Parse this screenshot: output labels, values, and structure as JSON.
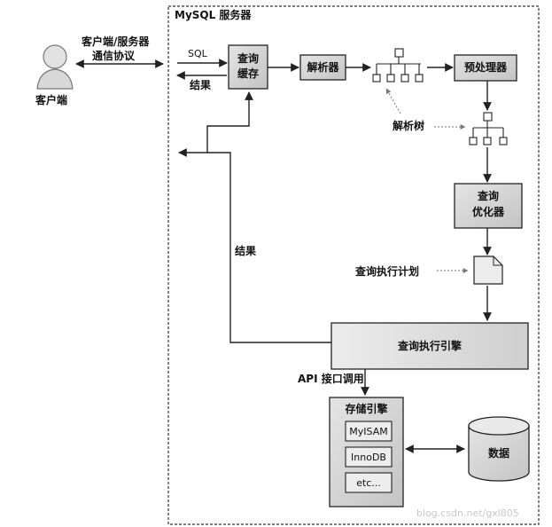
{
  "server": {
    "title": "MySQL 服务器"
  },
  "client": {
    "protocol_line1": "客户端/服务器",
    "protocol_line2": "通信协议",
    "label": "客户端"
  },
  "flow": {
    "sql": "SQL",
    "result_top": "结果",
    "result_left": "结果",
    "parse_tree": "解析树",
    "exec_plan": "查询执行计划",
    "api": "API 接口调用"
  },
  "boxes": {
    "query_cache_line1": "查询",
    "query_cache_line2": "缓存",
    "parser": "解析器",
    "preprocessor": "预处理器",
    "optimizer_line1": "查询",
    "optimizer_line2": "优化器",
    "executor": "查询执行引擎",
    "storage": "存储引擎",
    "myisam": "MyISAM",
    "innodb": "InnoDB",
    "etc": "etc...",
    "data": "数据"
  },
  "watermark": "blog.csdn.net/gxl805"
}
